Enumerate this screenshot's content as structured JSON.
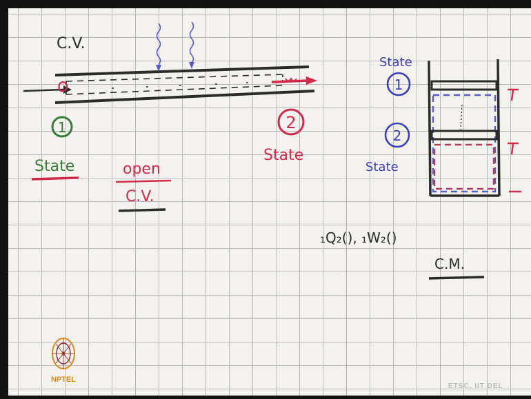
{
  "labels": {
    "cv": "C.V.",
    "state1_num": "1",
    "state1_word": "State",
    "open": "open",
    "open_cv": "C.V.",
    "state2_num": "2",
    "state2_word": "State",
    "tank_state1_word": "State",
    "tank_state1_num": "1",
    "tank_state2_num": "2",
    "tank_state2_word": "State",
    "heat_work": "₁Q₂(),  ₁W₂()",
    "cm": "C.M."
  },
  "logo": {
    "text": "NPTEL"
  },
  "footer": {
    "text": "ETSC, IIT DEL"
  },
  "colors": {
    "ink_black": "#2b2b2b",
    "ink_green": "#3c7a3a",
    "ink_red": "#d12a4a",
    "ink_blue": "#3b3fb8",
    "ink_purple": "#6c63c8",
    "logo_orange": "#d98a1c"
  }
}
